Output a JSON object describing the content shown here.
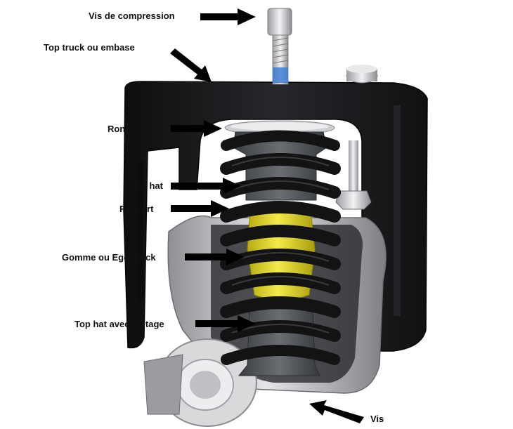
{
  "labels": {
    "vis_compression": "Vis de compression",
    "top_truck": "Top truck ou embase",
    "rondelle": "Rondelle",
    "top_hat": "Top hat",
    "ressort": "Ressort",
    "gomme": "Gomme ou Eggshock",
    "top_hat_filetage": "Top hat avec filetage",
    "vis": "Vis"
  },
  "colors": {
    "frame": "#1c1c1e",
    "spring": "#141414",
    "eggshock": "#e8dc2a",
    "top_hat": "#4f5357",
    "metal": "#c9c9cc",
    "arrow": "#000000",
    "text": "#111111"
  }
}
